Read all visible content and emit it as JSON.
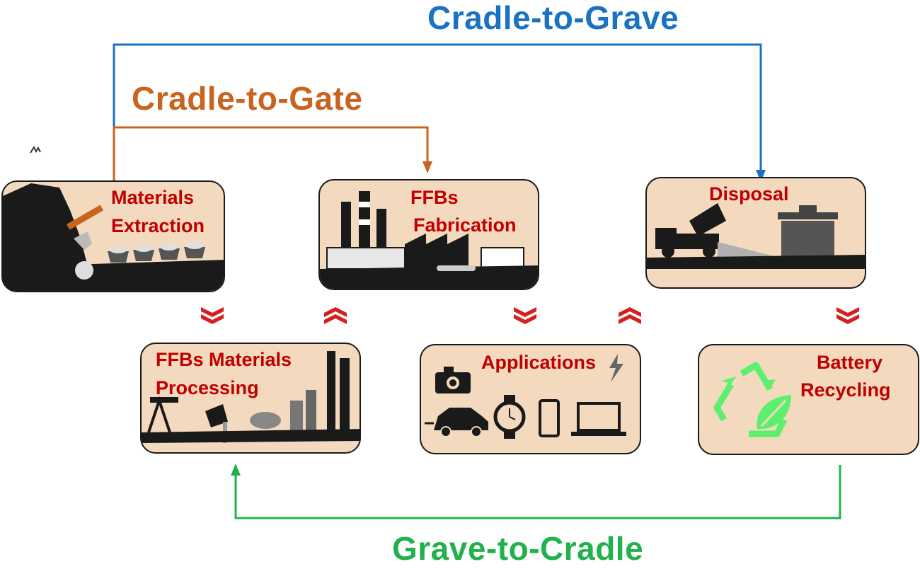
{
  "colors": {
    "blue": "#1a73c2",
    "orange": "#c8641f",
    "green": "#22b14c",
    "box_fill": "#f3d9bd",
    "label_red": "#c00000",
    "chevron_red": "#d6201f",
    "silhouette": "#1a1a1a",
    "recycle_green": "#5cf06e"
  },
  "headings": {
    "cradle_to_grave": "Cradle-to-Grave",
    "cradle_to_gate": "Cradle-to-Gate",
    "grave_to_cradle": "Grave-to-Cradle"
  },
  "stages": {
    "materials_extraction": {
      "line1": "Materials",
      "line2": "Extraction",
      "icons": [
        "mine-rock-icon",
        "pickaxe-icon",
        "mine-cart-icon"
      ]
    },
    "ffbs_fabrication": {
      "line1": "FFBs",
      "line2": "Fabrication",
      "icons": [
        "factory-icon",
        "conveyor-icon",
        "truck-icon"
      ]
    },
    "disposal": {
      "line1": "Disposal",
      "icons": [
        "dump-truck-icon",
        "trash-bin-icon"
      ]
    },
    "ffbs_materials_processing": {
      "line1": "FFBs Materials",
      "line2": "Processing",
      "icons": [
        "oil-pump-icon",
        "refinery-icon"
      ]
    },
    "applications": {
      "line1": "Applications",
      "icons": [
        "camera-icon",
        "car-icon",
        "watch-icon",
        "phone-icon",
        "laptop-icon",
        "lightning-icon"
      ]
    },
    "battery_recycling": {
      "line1": "Battery",
      "line2": "Recycling",
      "icons": [
        "recycle-icon",
        "leaf-icon"
      ]
    }
  },
  "flow_markers": [
    {
      "between": "Materials Extraction / FFBs Materials Processing",
      "direction": "down"
    },
    {
      "between": "FFBs Materials Processing / FFBs Fabrication",
      "direction": "up"
    },
    {
      "between": "FFBs Fabrication / Applications",
      "direction": "down"
    },
    {
      "between": "Applications / Disposal",
      "direction": "up"
    },
    {
      "between": "Disposal / Battery Recycling",
      "direction": "down"
    }
  ]
}
